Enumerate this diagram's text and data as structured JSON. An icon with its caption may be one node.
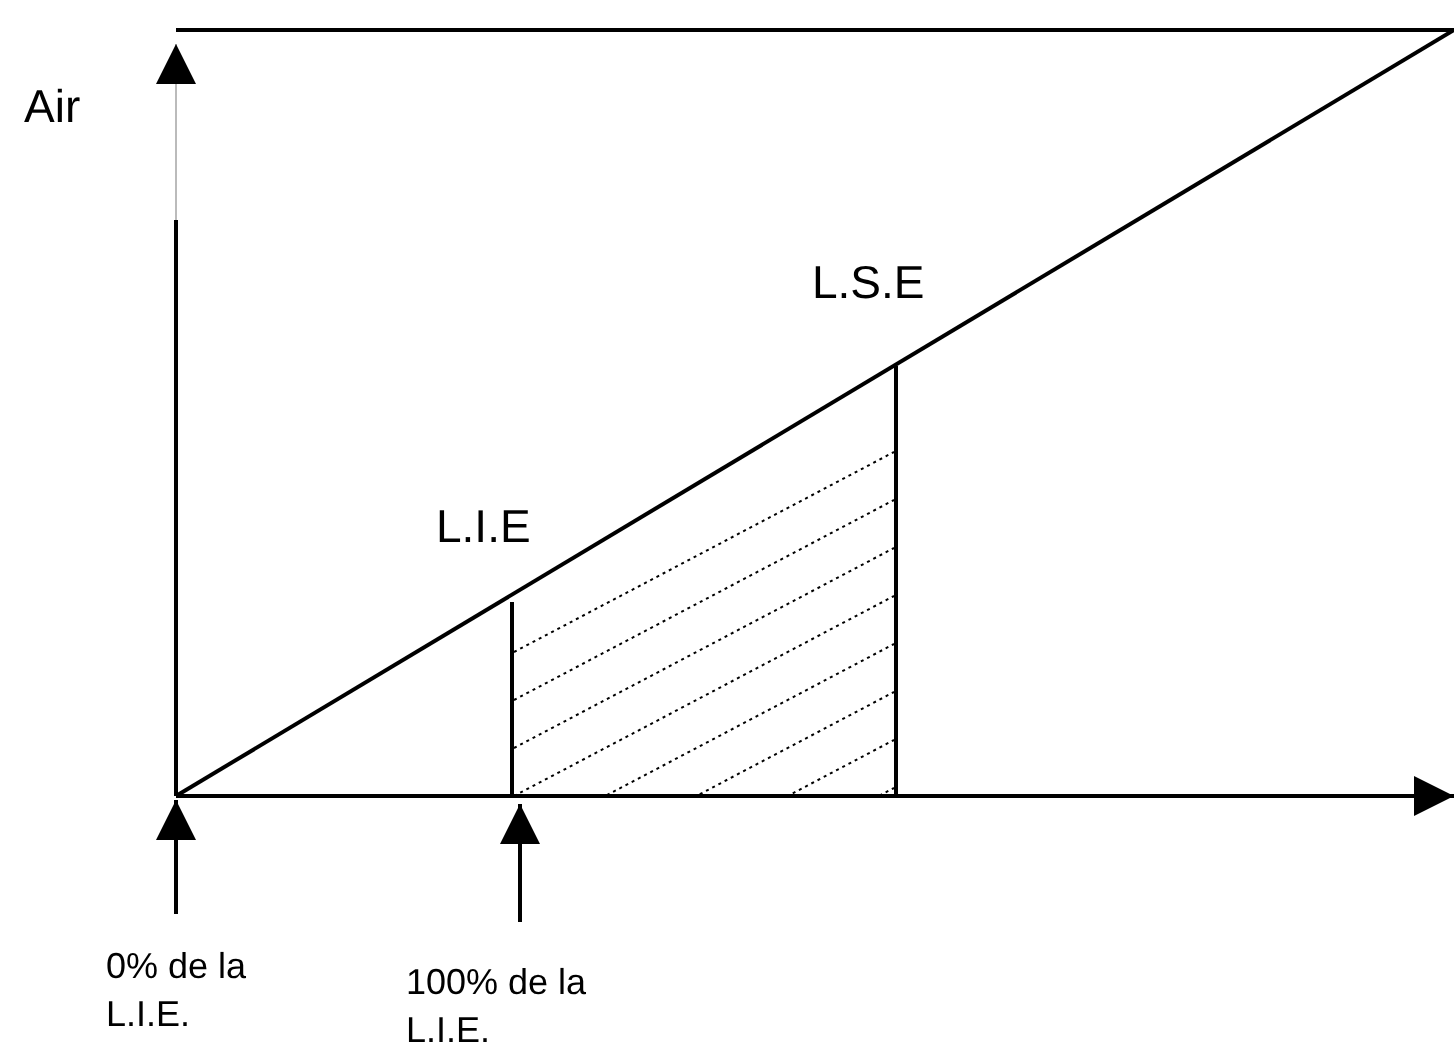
{
  "diagram": {
    "nodes": [
      {
        "text": [
          "0% de la L.I.E."
        ]
      },
      {
        "text": [
          "100% de la L.I.E."
        ]
      }
    ],
    "edges": [
      {
        "from": 0,
        "to": null,
        "arrow": "to"
      },
      {
        "from": 1,
        "to": null,
        "arrow": "to"
      }
    ],
    "labels": [
      "Air",
      "L.S.E",
      "L.I.E"
    ]
  }
}
